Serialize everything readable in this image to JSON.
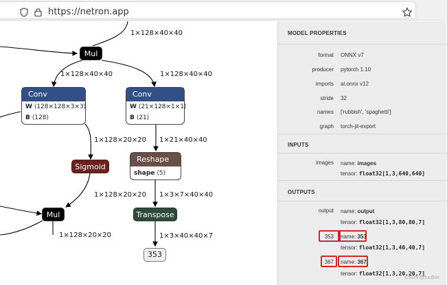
{
  "browser": {
    "url": "https://netron.app"
  },
  "graph": {
    "edge_labels": {
      "top": "1×128×40×40",
      "mul1_left": "1×128×40×40",
      "mul1_right": "1×128×40×40",
      "conv1_out": "1×128×20×20",
      "conv2_out": "1×21×40×40",
      "sigmoid_out": "1×128×20×20",
      "reshape_out": "1×3×7×40×40",
      "mul2_out": "1×128×20×20",
      "transpose_out": "1×3×40×40×7"
    },
    "nodes": {
      "mul1": "Mul",
      "mul2": "Mul",
      "sigmoid": "Sigmoid",
      "transpose": "Transpose",
      "output353": "353",
      "conv1": {
        "title": "Conv",
        "attr_w_name": "W",
        "attr_w_val": "⟨128×128×3×3⟩",
        "attr_b_name": "B",
        "attr_b_val": "⟨128⟩"
      },
      "conv2": {
        "title": "Conv",
        "attr_w_name": "W",
        "attr_w_val": "⟨21×128×1×1⟩",
        "attr_b_name": "B",
        "attr_b_val": "⟨21⟩"
      },
      "reshape": {
        "title": "Reshape",
        "attr_name": "shape",
        "attr_val": "⟨5⟩"
      }
    }
  },
  "panel": {
    "title": "MODEL PROPERTIES",
    "props": [
      {
        "label": "format",
        "value": "ONNX v7"
      },
      {
        "label": "producer",
        "value": "pytorch 1.10"
      },
      {
        "label": "imports",
        "value": "ai.onnx v12"
      },
      {
        "label": "stride",
        "value": "32"
      },
      {
        "label": "names",
        "value": "['rubbish', 'spaghetti']"
      },
      {
        "label": "graph",
        "value": "torch-jit-export"
      }
    ],
    "inputs_title": "INPUTS",
    "input": {
      "label": "images",
      "name_prefix": "name:",
      "name": "images",
      "tensor_prefix": "tensor:",
      "tensor": "float32[1,3,640,640]"
    },
    "outputs_title": "OUTPUTS",
    "outputs": [
      {
        "label": "output",
        "name": "output",
        "tensor": "float32[1,3,80,80,7]"
      },
      {
        "label": "353",
        "name": "353",
        "tensor": "float32[1,3,40,40,7]"
      },
      {
        "label": "367",
        "name": "367",
        "tensor": "float32[1,3,20,20,7]"
      }
    ],
    "name_prefix": "name:",
    "tensor_prefix": "tensor:"
  },
  "watermark": "CSDN @funBox"
}
